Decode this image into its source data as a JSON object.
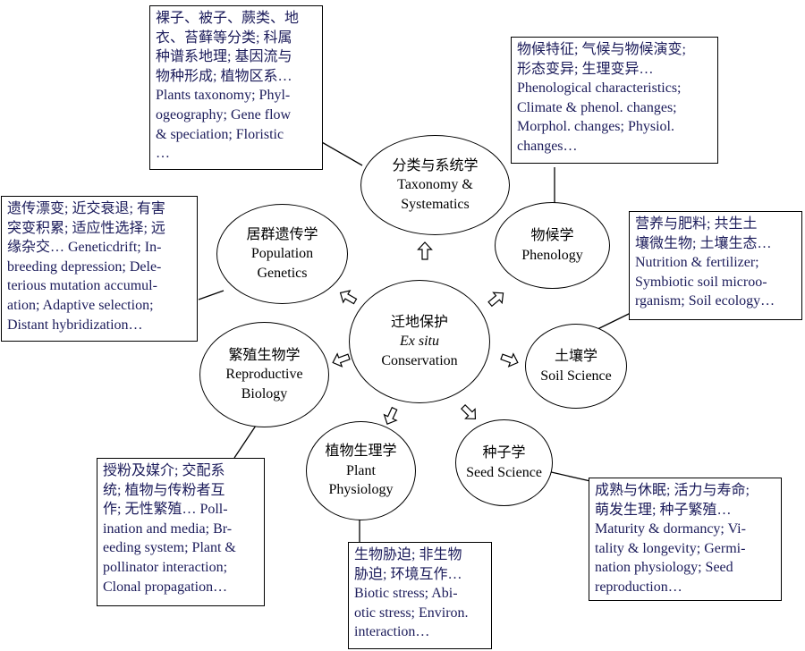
{
  "center": {
    "zh": "迁地保护",
    "en_italic": "Ex situ",
    "en": "Conservation"
  },
  "topics": {
    "taxonomy": {
      "zh": "分类与系统学",
      "en1": "Taxonomy &",
      "en2": "Systematics"
    },
    "phenology": {
      "zh": "物候学",
      "en1": "Phenology"
    },
    "population": {
      "zh": "居群遗传学",
      "en1": "Population",
      "en2": "Genetics"
    },
    "soil": {
      "zh": "土壤学",
      "en1": "Soil Science"
    },
    "reproductive": {
      "zh": "繁殖生物学",
      "en1": "Reproductive",
      "en2": "Biology"
    },
    "seed": {
      "zh": "种子学",
      "en1": "Seed Science"
    },
    "physiology": {
      "zh": "植物生理学",
      "en1": "Plant",
      "en2": "Physiology"
    }
  },
  "boxes": {
    "taxonomy": [
      "裸子、被子、蕨类、地",
      "衣、苔藓等分类; 科属",
      "种谱系地理; 基因流与",
      "物种形成; 植物区系…",
      "Plants taxonomy; Phyl-",
      "ogeography; Gene flow",
      "& speciation; Floristic",
      "…"
    ],
    "phenology": [
      "物候特征; 气候与物候演变;",
      "形态变异; 生理变异…",
      "Phenological characteristics;",
      "Climate & phenol. changes;",
      "Morphol. changes; Physiol.",
      "changes…"
    ],
    "population": [
      "遗传漂变; 近交衰退; 有害",
      "突变积累; 适应性选择; 远",
      "缘杂交… Geneticdrift; In-",
      "breeding depression; Dele-",
      "terious  mutation accumul-",
      "ation; Adaptive selection;",
      "Distant hybridization…"
    ],
    "soil": [
      "营养与肥料; 共生土",
      "壤微生物; 土壤生态…",
      "Nutrition & fertilizer;",
      "Symbiotic soil microo-",
      "rganism; Soil ecology…"
    ],
    "reproductive": [
      "授粉及媒介; 交配系",
      "统; 植物与传粉者互",
      "作; 无性繁殖… Poll-",
      "ination and media; Br-",
      "eeding system; Plant &",
      "pollinator interaction;",
      "Clonal propagation…"
    ],
    "seed": [
      "成熟与休眠; 活力与寿命;",
      "萌发生理; 种子繁殖…",
      "Maturity & dormancy; Vi-",
      "tality & longevity; Germi-",
      "nation physiology; Seed",
      "reproduction…"
    ],
    "physiology": [
      "生物胁迫; 非生物",
      "胁迫; 环境互作…",
      "Biotic stress; Abi-",
      "otic stress; Environ.",
      "interaction…"
    ]
  }
}
